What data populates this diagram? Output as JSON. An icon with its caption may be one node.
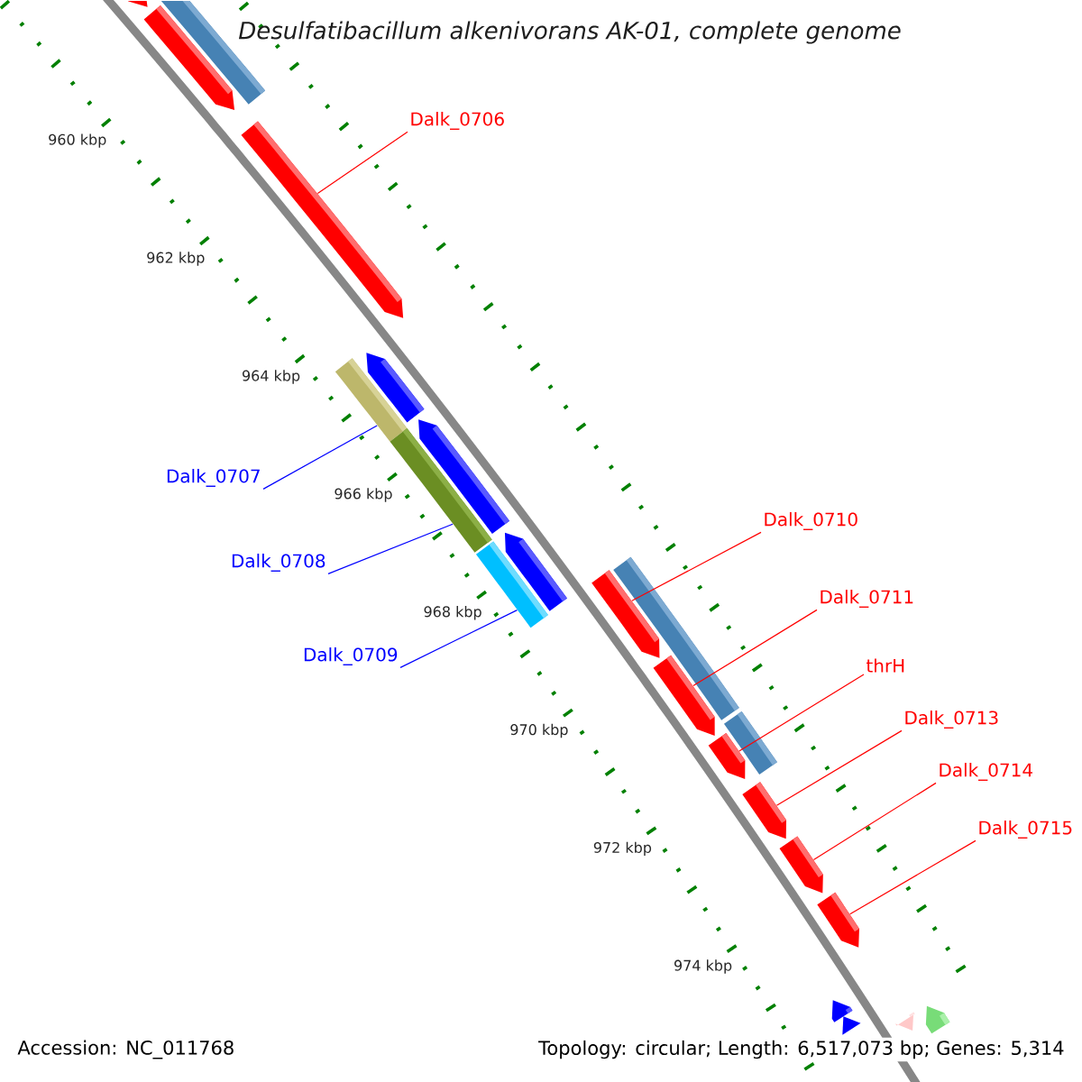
{
  "diagram": {
    "title": "Desulfatibacillum alkenivorans AK-01, complete genome",
    "nodes": [
      {
        "text": [
          "Dalk_0706"
        ]
      },
      {
        "text": [
          "Dalk_0707"
        ]
      },
      {
        "text": [
          "Dalk_0708"
        ]
      },
      {
        "text": [
          "Dalk_0709"
        ]
      },
      {
        "text": [
          "Dalk_0710"
        ]
      },
      {
        "text": [
          "Dalk_0711"
        ]
      },
      {
        "text": [
          "thrH"
        ]
      },
      {
        "text": [
          "Dalk_0713"
        ]
      },
      {
        "text": [
          "Dalk_0714"
        ]
      },
      {
        "text": [
          "Dalk_0715"
        ]
      },
      {
        "text": [],
        "shape": "bar"
      },
      {
        "text": [],
        "shape": "bar"
      },
      {
        "text": [],
        "shape": "bar"
      },
      {
        "text": [],
        "shape": "bar"
      },
      {
        "text": [],
        "shape": "bar"
      },
      {
        "text": [],
        "shape": "bar"
      },
      {
        "text": [],
        "shape": "bar"
      },
      {
        "text": [],
        "shape": "bar"
      },
      {
        "text": [],
        "shape": "bar"
      },
      {
        "text": [],
        "shape": "bar"
      },
      {
        "text": [],
        "shape": "bar"
      },
      {
        "text": [],
        "shape": "bar"
      },
      {
        "text": [],
        "shape": "bar"
      },
      {
        "text": [],
        "shape": "bar"
      },
      {
        "text": [],
        "shape": "bar"
      },
      {
        "text": [],
        "shape": "bar"
      },
      {
        "text": [],
        "shape": "bar"
      },
      {
        "text": [],
        "shape": "bar"
      },
      {
        "text": [],
        "shape": "bar"
      },
      {
        "text": [],
        "shape": "bar"
      },
      {
        "text": [],
        "shape": "bar"
      },
      {
        "text": [],
        "shape": "bar"
      }
    ],
    "edges": [
      {
        "from": 0,
        "to": 10,
        "arrow": "none"
      },
      {
        "from": 1,
        "to": 11,
        "arrow": "none",
        "color": "#0000ff"
      },
      {
        "from": 2,
        "to": 12,
        "arrow": "none",
        "color": "#0000ff"
      },
      {
        "from": 3,
        "to": 13,
        "arrow": "none",
        "color": "#0000ff"
      },
      {
        "from": 4,
        "to": 14,
        "arrow": "none"
      },
      {
        "from": 5,
        "to": 15,
        "arrow": "none"
      },
      {
        "from": 6,
        "to": 16,
        "arrow": "none"
      },
      {
        "from": 7,
        "to": 17,
        "arrow": "none"
      },
      {
        "from": 8,
        "to": 18,
        "arrow": "none"
      },
      {
        "from": 9,
        "to": 19,
        "arrow": "none"
      }
    ],
    "labels": [
      "960 kbp",
      "962 kbp",
      "964 kbp",
      "966 kbp",
      "968 kbp",
      "970 kbp",
      "972 kbp",
      "974 kbp",
      "Accession: NC_011768",
      "Topology: circular; Length: 6,517,073 bp; Genes: 5,314"
    ]
  }
}
